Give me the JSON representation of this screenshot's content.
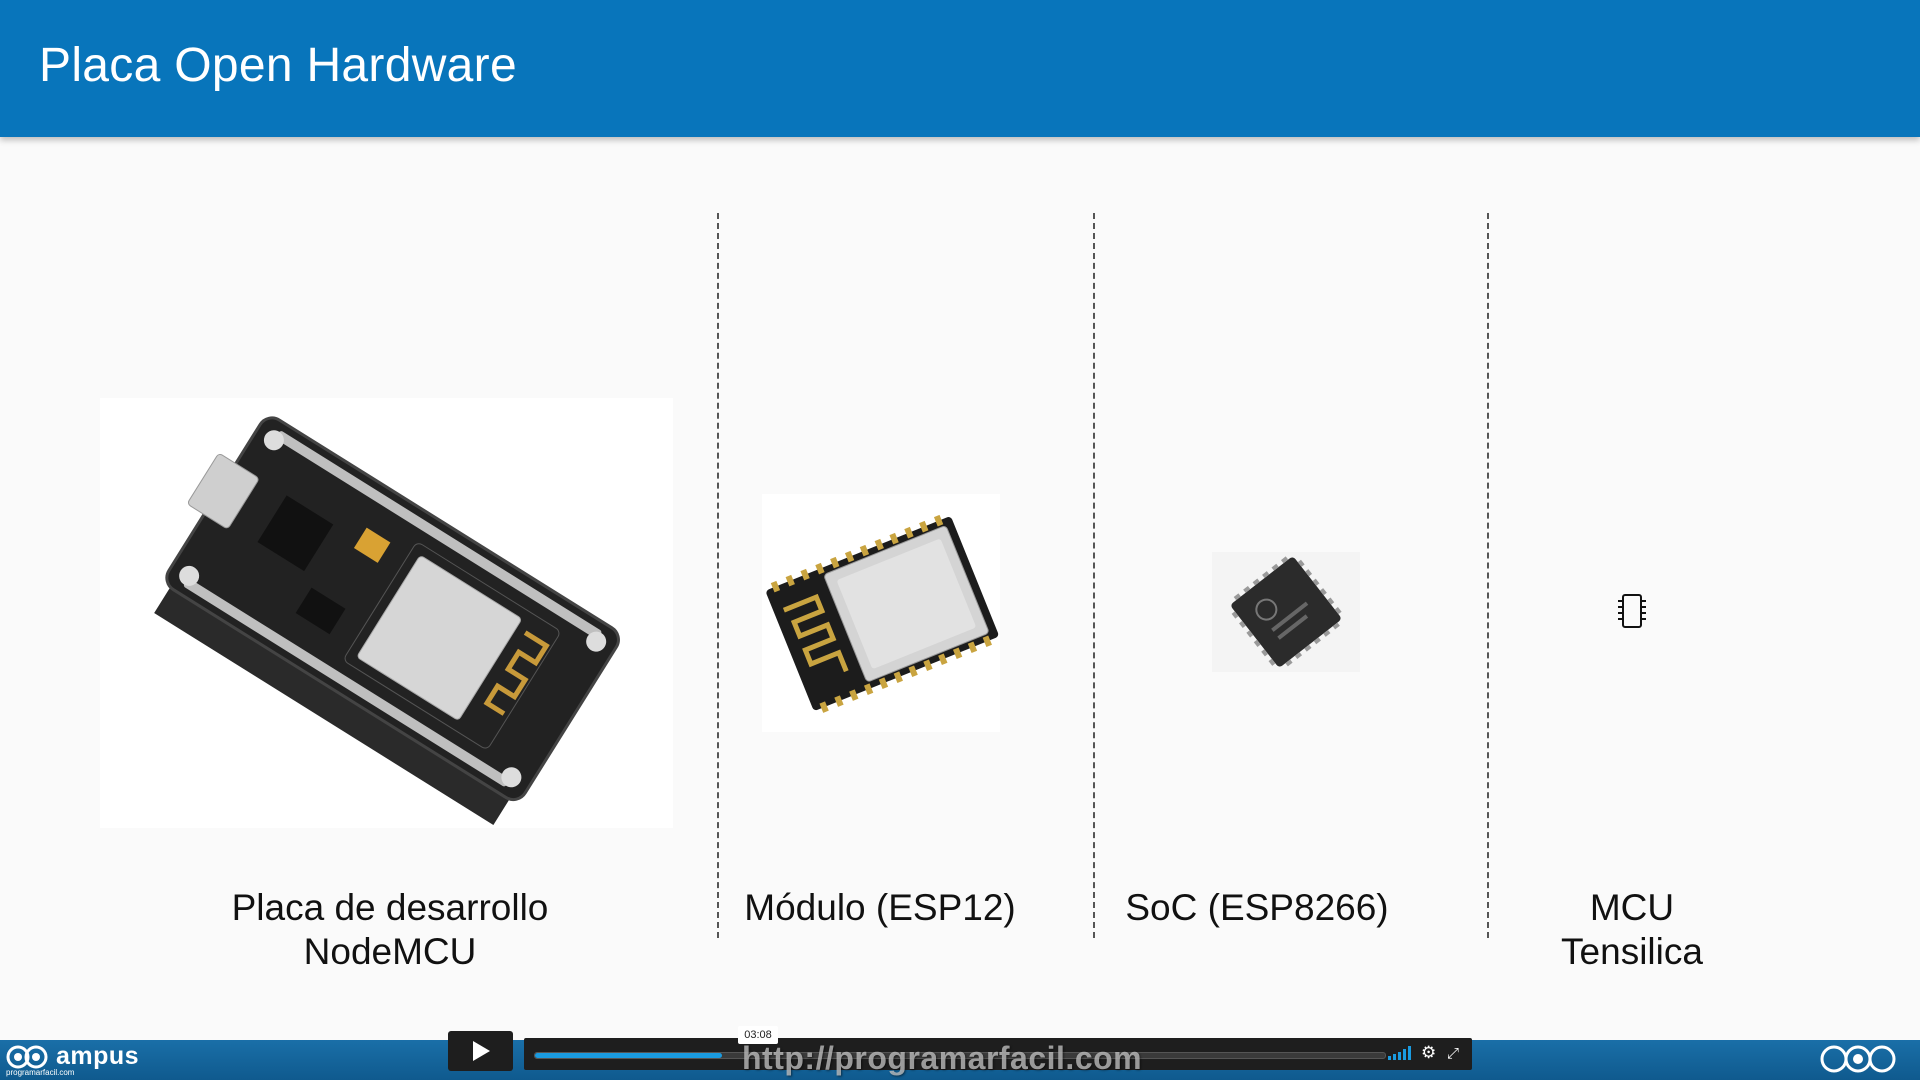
{
  "header": {
    "title": "Placa Open Hardware"
  },
  "columns": [
    {
      "caption_line1": "Placa de desarrollo",
      "caption_line2": "NodeMCU"
    },
    {
      "caption_line1": "Módulo (ESP12)"
    },
    {
      "caption_line1": "SoC (ESP8266)"
    },
    {
      "caption_line1": "MCU",
      "caption_line2": "Tensilica"
    }
  ],
  "player": {
    "brand_word": "ampus",
    "brand_sub": "programarfacil.com",
    "time_tooltip": "03:08",
    "progress": 0.22,
    "watermark": "http://programarfacil.com"
  },
  "colors": {
    "header": "#0875bb",
    "player": "#1a6fa8",
    "accent": "#1a9be0"
  },
  "icons": [
    "play-icon",
    "volume-icon",
    "gear-icon",
    "fullscreen-icon",
    "chip-icon",
    "campus-logo-icon"
  ]
}
